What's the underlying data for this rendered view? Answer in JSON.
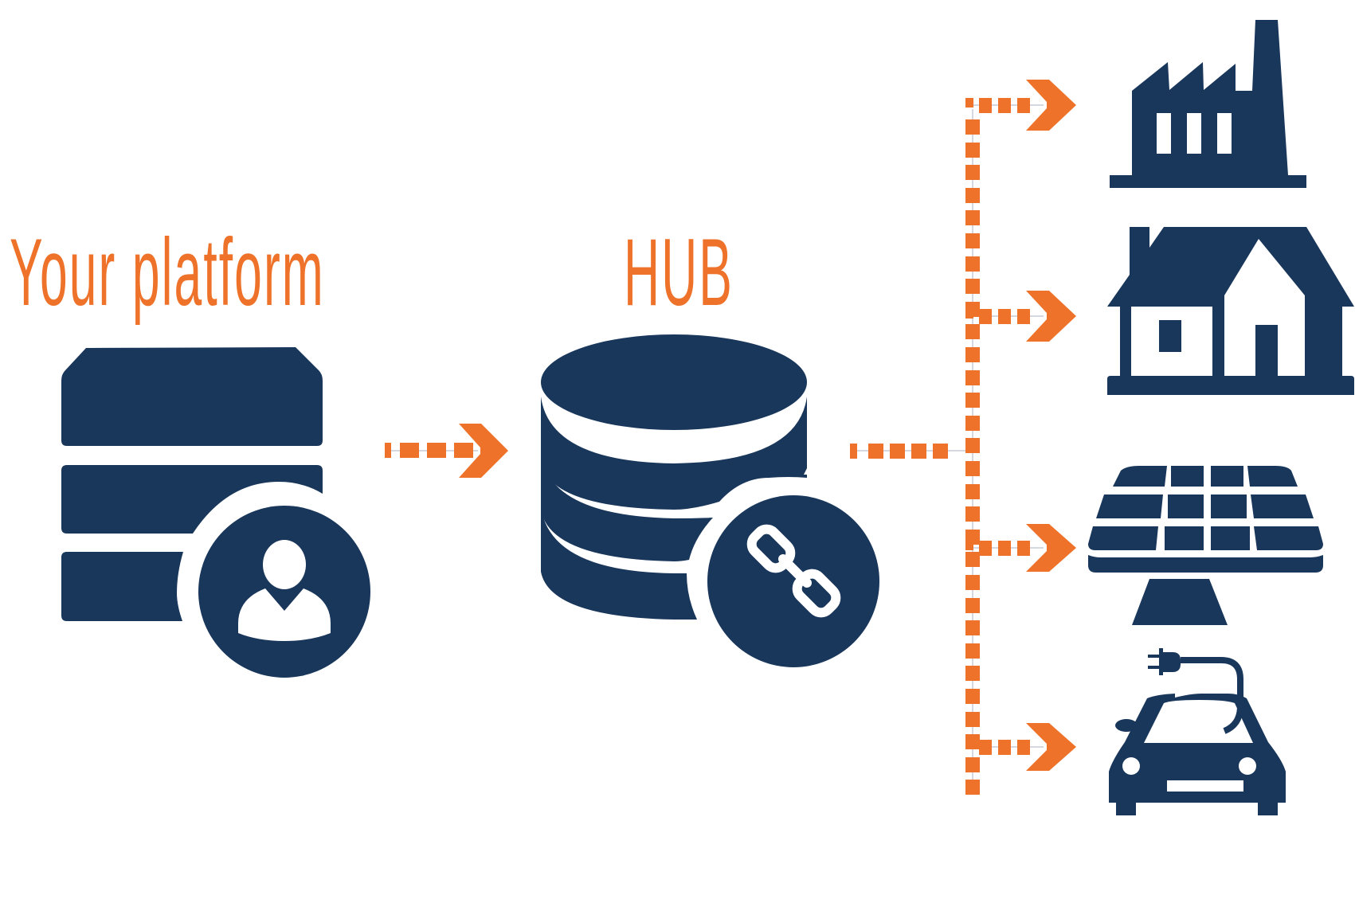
{
  "diagram": {
    "title_left": "Your platform",
    "title_center": "HUB",
    "colors": {
      "navy": "#19365b",
      "orange": "#ee7229",
      "connector_line": "#c5ccd6",
      "background": "#ffffff"
    },
    "nodes": [
      {
        "id": "platform",
        "label": "Your platform",
        "icon": "server-user-icon"
      },
      {
        "id": "hub",
        "label": "HUB",
        "icon": "database-link-icon"
      },
      {
        "id": "factory",
        "icon": "factory-icon"
      },
      {
        "id": "house",
        "icon": "house-icon"
      },
      {
        "id": "solar",
        "icon": "solar-panel-icon"
      },
      {
        "id": "ev",
        "icon": "electric-car-icon"
      }
    ],
    "edges": [
      {
        "from": "platform",
        "to": "hub",
        "style": "dotted-arrow"
      },
      {
        "from": "hub",
        "to": "factory",
        "style": "dotted-arrow"
      },
      {
        "from": "hub",
        "to": "house",
        "style": "dotted-arrow"
      },
      {
        "from": "hub",
        "to": "solar",
        "style": "dotted-arrow"
      },
      {
        "from": "hub",
        "to": "ev",
        "style": "dotted-arrow"
      }
    ]
  }
}
